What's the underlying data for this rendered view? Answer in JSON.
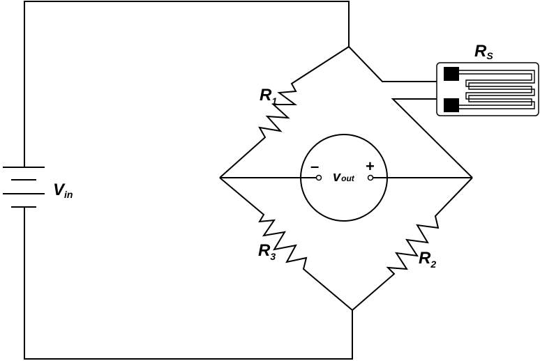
{
  "labels": {
    "r1": {
      "main": "R",
      "sub": "1"
    },
    "r2": {
      "main": "R",
      "sub": "2"
    },
    "r3": {
      "main": "R",
      "sub": "3"
    },
    "rs": {
      "main": "R",
      "sub": "S"
    },
    "vin": {
      "main": "V",
      "sub": "in"
    },
    "vout": {
      "main": "v",
      "sub": "out"
    },
    "minus": "–",
    "plus": "+"
  }
}
